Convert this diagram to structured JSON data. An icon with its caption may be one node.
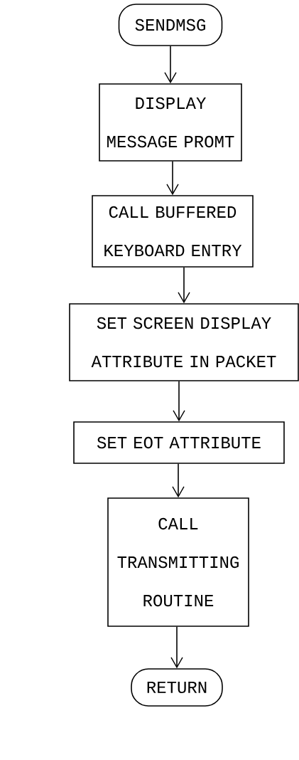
{
  "diagram": {
    "nodes": [
      {
        "text": [
          "SENDMSG"
        ]
      },
      {
        "text": [
          "DISPLAY MESSAGE PROMT"
        ]
      },
      {
        "text": [
          "CALL BUFFERED KEYBOARD ENTRY"
        ]
      },
      {
        "text": [
          "SET SCREEN DISPLAY ATTRIBUTE IN PACKET"
        ]
      },
      {
        "text": [
          "SET EOT ATTRIBUTE"
        ]
      },
      {
        "text": [
          "CALL TRANSMITTING ROUTINE"
        ]
      },
      {
        "text": [
          "RETURN"
        ]
      }
    ],
    "edges": [
      {
        "from": 0,
        "to": 1,
        "arrow": "to"
      },
      {
        "from": 1,
        "to": 2,
        "arrow": "to"
      },
      {
        "from": 2,
        "to": 3,
        "arrow": "to"
      },
      {
        "from": 3,
        "to": 4,
        "arrow": "to"
      },
      {
        "from": 4,
        "to": 5,
        "arrow": "to"
      },
      {
        "from": 5,
        "to": 6,
        "arrow": "to"
      }
    ]
  }
}
